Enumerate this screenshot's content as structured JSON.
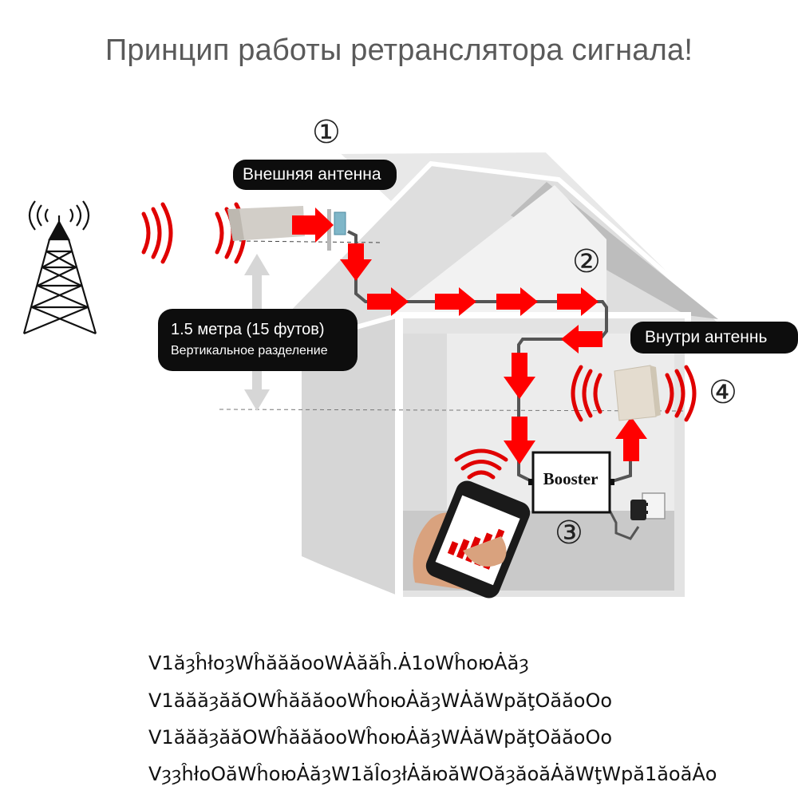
{
  "title": "Принцип работы ретранслятора сигнала!",
  "steps": [
    "①",
    "②",
    "③",
    "④"
  ],
  "labels": {
    "external_antenna": "Внешняя антенна",
    "internal_antenna": "Внутри антеннь",
    "separation_line1": "1.5 метра (15 футов)",
    "separation_line2": "Вертикальное разделение",
    "booster": "Booster"
  },
  "garbled_lines": [
    "V1ăȝĥłoȝWĥăăăooWȦăăĥ.Ȧ1oWĥoюȦăȝ",
    "V1ăăăȝăăOWĥăăăooWĥoюȦăȝWȦăWpăţOăăoOo",
    "V1ăăăȝăăOWĥăăăooWĥoюȦăȝWȦăWpăţOăăoOo",
    "VȝȝĥłoOăWĥoюȦăȝW1ăÎoȝłȦăюăWOăȝăoăȦăWţWpă1ăoăȦo"
  ],
  "colors": {
    "arrow": "#ff0000",
    "signal": "#e00000",
    "house_wall": "#d9d9d9",
    "house_roof": "#e6e6e6",
    "label_bg": "#0d0d0d"
  }
}
